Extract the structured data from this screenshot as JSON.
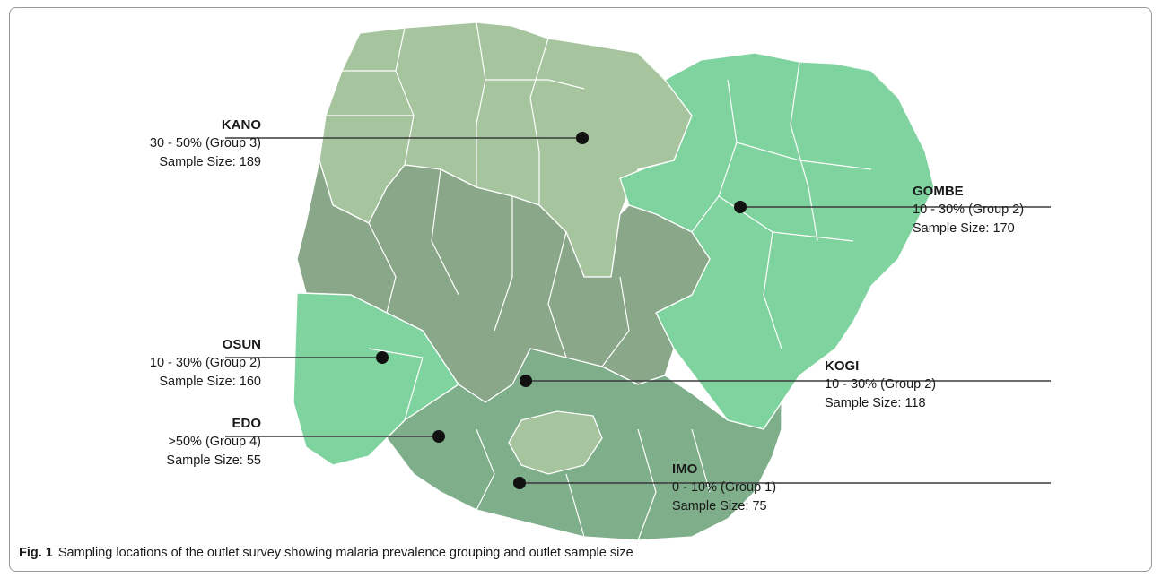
{
  "colors": {
    "group1": "#7fd39f",
    "group2": "#7fd39f",
    "group3": "#a6c49d",
    "group4": "#8aa889",
    "south": "#7fae8a"
  },
  "locations": [
    {
      "key": "kano",
      "name": "KANO",
      "prevalence": "30 - 50% (Group 3)",
      "sample": "Sample Size: 189"
    },
    {
      "key": "gombe",
      "name": "GOMBE",
      "prevalence": "10 - 30% (Group 2)",
      "sample": "Sample Size: 170"
    },
    {
      "key": "osun",
      "name": "OSUN",
      "prevalence": "10 - 30% (Group 2)",
      "sample": "Sample Size: 160"
    },
    {
      "key": "kogi",
      "name": "KOGI",
      "prevalence": "10 - 30% (Group 2)",
      "sample": "Sample Size: 118"
    },
    {
      "key": "edo",
      "name": "EDO",
      "prevalence": ">50% (Group 4)",
      "sample": "Sample Size: 55"
    },
    {
      "key": "imo",
      "name": "IMO",
      "prevalence": "0 - 10% (Group 1)",
      "sample": "Sample Size: 75"
    }
  ],
  "caption": {
    "label": "Fig. 1",
    "text": "Sampling locations of the outlet survey showing malaria prevalence grouping and outlet sample size"
  }
}
